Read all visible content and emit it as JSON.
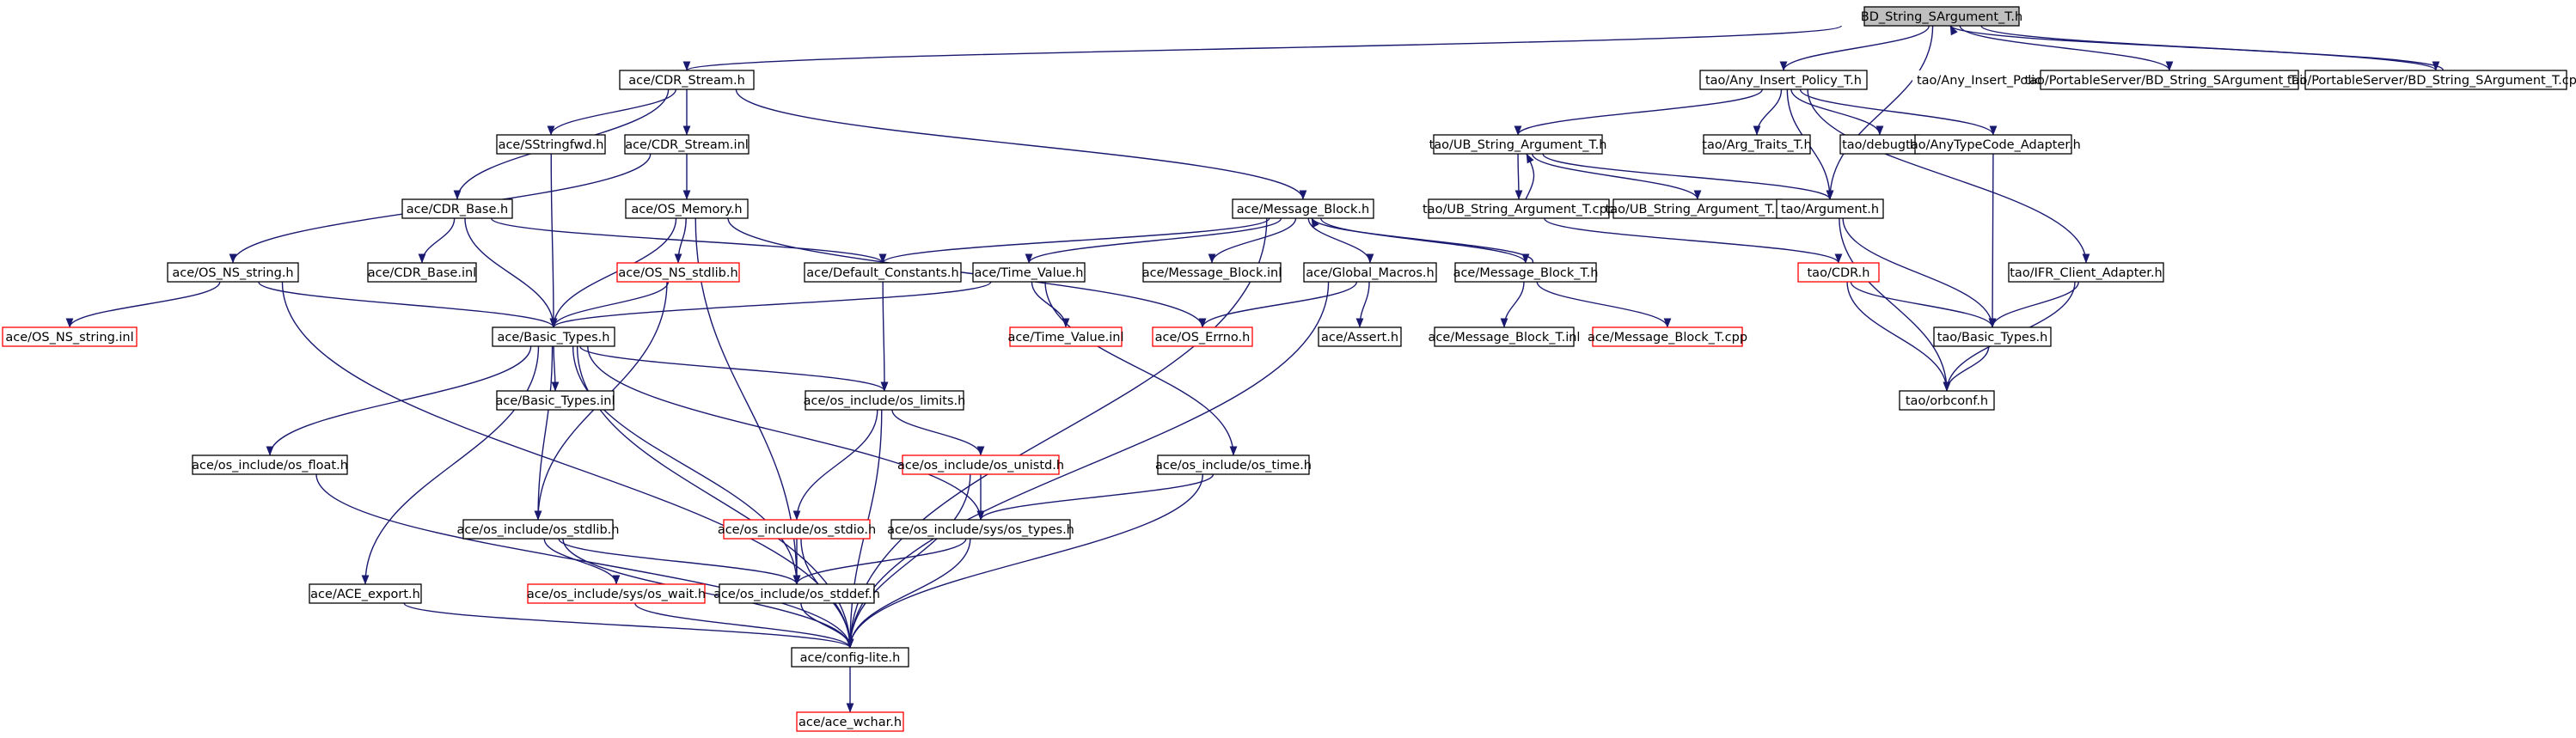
{
  "colors": {
    "edge": "#191970",
    "node_border": "#000000",
    "missing_border": "#ff0000",
    "ghost_text": "#808080",
    "root_fill": "#bfbfbf",
    "node_fill": "#ffffff"
  },
  "nodes": [
    {
      "id": "root",
      "label": "BD_String_SArgument_T.h",
      "kind": "root"
    },
    {
      "id": "cdr_stream_h",
      "label": "ace/CDR_Stream.h"
    },
    {
      "id": "any_insert_policy",
      "label": "tao/Any_Insert_Policy_T.h"
    },
    {
      "id": "any_insert_policy_ghost",
      "label": "tao/Any_Insert_Policy_T.h",
      "kind": "ghost"
    },
    {
      "id": "ps_bd_inl",
      "label": "tao/PortableServer/BD_String_SArgument_T.inl"
    },
    {
      "id": "ps_bd_cpp",
      "label": "tao/PortableServer/BD_String_SArgument_T.cpp"
    },
    {
      "id": "sstringfwd",
      "label": "ace/SStringfwd.h"
    },
    {
      "id": "cdr_stream_inl",
      "label": "ace/CDR_Stream.inl"
    },
    {
      "id": "ub_string_arg_h",
      "label": "tao/UB_String_Argument_T.h"
    },
    {
      "id": "arg_traits",
      "label": "tao/Arg_Traits_T.h"
    },
    {
      "id": "debug",
      "label": "tao/debug.h"
    },
    {
      "id": "anytypecode",
      "label": "tao/AnyTypeCode_Adapter.h"
    },
    {
      "id": "cdr_base",
      "label": "ace/CDR_Base.h"
    },
    {
      "id": "os_memory",
      "label": "ace/OS_Memory.h"
    },
    {
      "id": "message_block",
      "label": "ace/Message_Block.h"
    },
    {
      "id": "ub_string_arg_cpp",
      "label": "tao/UB_String_Argument_T.cpp"
    },
    {
      "id": "ub_string_arg_inl",
      "label": "tao/UB_String_Argument_T.inl"
    },
    {
      "id": "argument",
      "label": "tao/Argument.h"
    },
    {
      "id": "os_ns_string",
      "label": "ace/OS_NS_string.h"
    },
    {
      "id": "cdr_base_inl",
      "label": "ace/CDR_Base.inl"
    },
    {
      "id": "os_ns_stdlib",
      "label": "ace/OS_NS_stdlib.h",
      "kind": "missing"
    },
    {
      "id": "default_constants",
      "label": "ace/Default_Constants.h"
    },
    {
      "id": "time_value",
      "label": "ace/Time_Value.h"
    },
    {
      "id": "message_block_inl",
      "label": "ace/Message_Block.inl"
    },
    {
      "id": "global_macros",
      "label": "ace/Global_Macros.h"
    },
    {
      "id": "message_block_t",
      "label": "ace/Message_Block_T.h"
    },
    {
      "id": "tao_cdr",
      "label": "tao/CDR.h",
      "kind": "missing"
    },
    {
      "id": "ifr_client",
      "label": "tao/IFR_Client_Adapter.h"
    },
    {
      "id": "os_ns_string_inl",
      "label": "ace/OS_NS_string.inl",
      "kind": "missing"
    },
    {
      "id": "basic_types",
      "label": "ace/Basic_Types.h"
    },
    {
      "id": "time_value_inl",
      "label": "ace/Time_Value.inl",
      "kind": "missing"
    },
    {
      "id": "os_errno",
      "label": "ace/OS_Errno.h",
      "kind": "missing"
    },
    {
      "id": "assert",
      "label": "ace/Assert.h"
    },
    {
      "id": "message_block_t_inl",
      "label": "ace/Message_Block_T.inl"
    },
    {
      "id": "message_block_t_cpp",
      "label": "ace/Message_Block_T.cpp",
      "kind": "missing"
    },
    {
      "id": "tao_basic_types",
      "label": "tao/Basic_Types.h"
    },
    {
      "id": "basic_types_inl",
      "label": "ace/Basic_Types.inl"
    },
    {
      "id": "os_limits",
      "label": "ace/os_include/os_limits.h"
    },
    {
      "id": "orbconf",
      "label": "tao/orbconf.h"
    },
    {
      "id": "os_unistd",
      "label": "ace/os_include/os_unistd.h",
      "kind": "missing"
    },
    {
      "id": "os_float",
      "label": "ace/os_include/os_float.h"
    },
    {
      "id": "os_time",
      "label": "ace/os_include/os_time.h"
    },
    {
      "id": "os_stdlib",
      "label": "ace/os_include/os_stdlib.h"
    },
    {
      "id": "os_stdio",
      "label": "ace/os_include/os_stdio.h",
      "kind": "missing"
    },
    {
      "id": "sys_os_types",
      "label": "ace/os_include/sys/os_types.h"
    },
    {
      "id": "ace_export",
      "label": "ace/ACE_export.h"
    },
    {
      "id": "sys_os_wait",
      "label": "ace/os_include/sys/os_wait.h",
      "kind": "missing"
    },
    {
      "id": "os_stddef",
      "label": "ace/os_include/os_stddef.h"
    },
    {
      "id": "config_lite",
      "label": "ace/config-lite.h"
    },
    {
      "id": "ace_wchar",
      "label": "ace/ace_wchar.h",
      "kind": "missing"
    }
  ],
  "edges": [
    [
      "root",
      "cdr_stream_h"
    ],
    [
      "root",
      "any_insert_policy"
    ],
    [
      "root",
      "ps_bd_inl"
    ],
    [
      "root",
      "ps_bd_cpp"
    ],
    [
      "root",
      "argument"
    ],
    [
      "ps_bd_cpp",
      "root"
    ],
    [
      "cdr_stream_h",
      "cdr_base"
    ],
    [
      "cdr_stream_h",
      "sstringfwd"
    ],
    [
      "cdr_stream_h",
      "cdr_stream_inl"
    ],
    [
      "cdr_stream_h",
      "message_block"
    ],
    [
      "any_insert_policy",
      "ub_string_arg_h"
    ],
    [
      "any_insert_policy",
      "arg_traits"
    ],
    [
      "any_insert_policy",
      "debug"
    ],
    [
      "any_insert_policy",
      "anytypecode"
    ],
    [
      "any_insert_policy",
      "ifr_client"
    ],
    [
      "any_insert_policy",
      "argument"
    ],
    [
      "sstringfwd",
      "basic_types"
    ],
    [
      "cdr_stream_inl",
      "os_memory"
    ],
    [
      "cdr_stream_inl",
      "os_ns_string"
    ],
    [
      "ub_string_arg_h",
      "ub_string_arg_cpp"
    ],
    [
      "ub_string_arg_cpp",
      "ub_string_arg_h"
    ],
    [
      "ub_string_arg_h",
      "ub_string_arg_inl"
    ],
    [
      "ub_string_arg_h",
      "argument"
    ],
    [
      "ub_string_arg_cpp",
      "tao_cdr"
    ],
    [
      "anytypecode",
      "tao_basic_types"
    ],
    [
      "cdr_base",
      "cdr_base_inl"
    ],
    [
      "cdr_base",
      "basic_types"
    ],
    [
      "cdr_base",
      "default_constants"
    ],
    [
      "os_memory",
      "os_ns_stdlib"
    ],
    [
      "os_memory",
      "basic_types"
    ],
    [
      "os_memory",
      "os_errno"
    ],
    [
      "os_memory",
      "os_stddef"
    ],
    [
      "message_block",
      "default_constants"
    ],
    [
      "message_block",
      "time_value"
    ],
    [
      "message_block",
      "message_block_inl"
    ],
    [
      "message_block",
      "global_macros"
    ],
    [
      "message_block",
      "message_block_t"
    ],
    [
      "message_block_t",
      "message_block"
    ],
    [
      "message_block",
      "config_lite"
    ],
    [
      "argument",
      "tao_basic_types"
    ],
    [
      "argument",
      "orbconf"
    ],
    [
      "os_ns_string",
      "os_ns_string_inl"
    ],
    [
      "os_ns_string",
      "basic_types"
    ],
    [
      "os_ns_string",
      "config_lite"
    ],
    [
      "os_ns_stdlib",
      "basic_types"
    ],
    [
      "os_ns_stdlib",
      "os_stdlib"
    ],
    [
      "default_constants",
      "os_limits"
    ],
    [
      "time_value",
      "basic_types"
    ],
    [
      "time_value",
      "time_value_inl"
    ],
    [
      "time_value",
      "os_time"
    ],
    [
      "global_macros",
      "os_errno"
    ],
    [
      "global_macros",
      "assert"
    ],
    [
      "global_macros",
      "config_lite"
    ],
    [
      "message_block_t",
      "message_block_t_inl"
    ],
    [
      "message_block_t",
      "message_block_t_cpp"
    ],
    [
      "tao_cdr",
      "tao_basic_types"
    ],
    [
      "tao_cdr",
      "orbconf"
    ],
    [
      "ifr_client",
      "tao_basic_types"
    ],
    [
      "ifr_client",
      "orbconf"
    ],
    [
      "tao_basic_types",
      "orbconf"
    ],
    [
      "basic_types",
      "basic_types_inl"
    ],
    [
      "basic_types",
      "os_limits"
    ],
    [
      "basic_types",
      "os_float"
    ],
    [
      "basic_types",
      "os_stdlib"
    ],
    [
      "basic_types",
      "ace_export"
    ],
    [
      "basic_types",
      "sys_os_types"
    ],
    [
      "basic_types",
      "os_stddef"
    ],
    [
      "basic_types",
      "config_lite"
    ],
    [
      "os_limits",
      "os_unistd"
    ],
    [
      "os_limits",
      "os_stdio"
    ],
    [
      "os_limits",
      "config_lite"
    ],
    [
      "os_unistd",
      "sys_os_types"
    ],
    [
      "os_unistd",
      "config_lite"
    ],
    [
      "os_time",
      "sys_os_types"
    ],
    [
      "os_time",
      "config_lite"
    ],
    [
      "os_float",
      "config_lite"
    ],
    [
      "os_stdlib",
      "sys_os_wait"
    ],
    [
      "os_stdlib",
      "os_stddef"
    ],
    [
      "os_stdlib",
      "config_lite"
    ],
    [
      "os_stdio",
      "os_stddef"
    ],
    [
      "os_stdio",
      "config_lite"
    ],
    [
      "sys_os_types",
      "os_stddef"
    ],
    [
      "sys_os_types",
      "config_lite"
    ],
    [
      "ace_export",
      "config_lite"
    ],
    [
      "sys_os_wait",
      "config_lite"
    ],
    [
      "os_stddef",
      "config_lite"
    ],
    [
      "config_lite",
      "ace_wchar"
    ]
  ]
}
